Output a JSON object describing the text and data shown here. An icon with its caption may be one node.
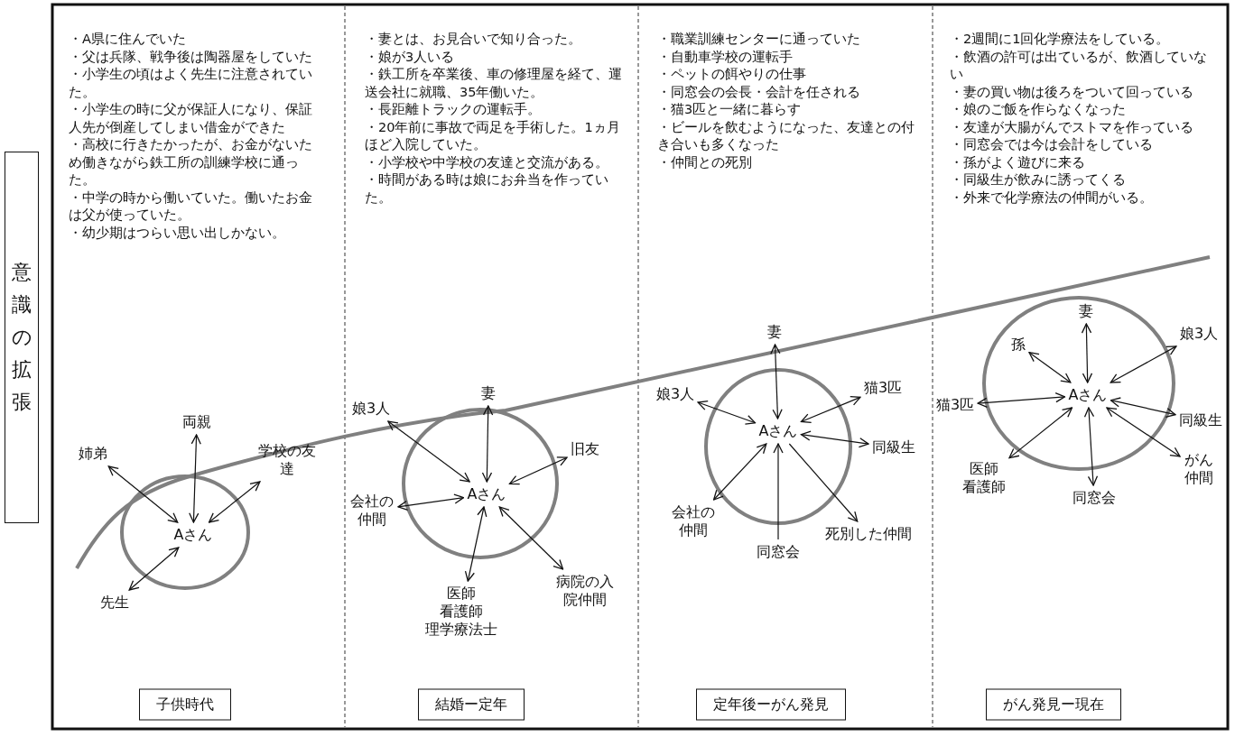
{
  "diagram": {
    "nodes": [
      {
        "text": [
          "意識の拡張"
        ]
      },
      {
        "text": [
          "両親"
        ]
      },
      {
        "text": [
          "姉弟"
        ]
      },
      {
        "text": [
          "学校の友達"
        ]
      },
      {
        "text": [
          "Aさん"
        ]
      },
      {
        "text": [
          "先生"
        ]
      },
      {
        "text": [
          "妻"
        ]
      },
      {
        "text": [
          "娘3人"
        ]
      },
      {
        "text": [
          "旧友"
        ]
      },
      {
        "text": [
          "会社の仲間"
        ]
      },
      {
        "text": [
          "Aさん"
        ]
      },
      {
        "text": [
          "医師",
          "看護師",
          "理学療法士"
        ]
      },
      {
        "text": [
          "病院の入院仲間"
        ]
      },
      {
        "text": [
          "妻"
        ]
      },
      {
        "text": [
          "娘3人"
        ]
      },
      {
        "text": [
          "猫3匹"
        ]
      },
      {
        "text": [
          "Aさん"
        ]
      },
      {
        "text": [
          "同級生"
        ]
      },
      {
        "text": [
          "会社の仲間"
        ]
      },
      {
        "text": [
          "死別した仲間"
        ]
      },
      {
        "text": [
          "同窓会"
        ]
      },
      {
        "text": [
          "妻"
        ]
      },
      {
        "text": [
          "孫"
        ]
      },
      {
        "text": [
          "娘3人"
        ]
      },
      {
        "text": [
          "猫3匹"
        ]
      },
      {
        "text": [
          "Aさん"
        ]
      },
      {
        "text": [
          "同級生"
        ]
      },
      {
        "text": [
          "医師",
          "看護師"
        ]
      },
      {
        "text": [
          "がん仲間"
        ]
      },
      {
        "text": [
          "同窓会"
        ]
      },
      {
        "text": [
          "子供時代"
        ]
      },
      {
        "text": [
          "結婚ー定年"
        ]
      },
      {
        "text": [
          "定年後ーがん発見"
        ]
      },
      {
        "text": [
          "がん発見ー現在"
        ]
      }
    ],
    "edges": [
      {
        "from": 1,
        "to": 4,
        "arrow": "both"
      },
      {
        "from": 2,
        "to": 4,
        "arrow": "both"
      },
      {
        "from": 3,
        "to": 4,
        "arrow": "both"
      },
      {
        "from": 5,
        "to": 4,
        "arrow": "both"
      },
      {
        "from": 6,
        "to": 10,
        "arrow": "both"
      },
      {
        "from": 7,
        "to": 10,
        "arrow": "both"
      },
      {
        "from": 8,
        "to": 10,
        "arrow": "both"
      },
      {
        "from": 9,
        "to": 10,
        "arrow": "both"
      },
      {
        "from": 11,
        "to": 10,
        "arrow": "both"
      },
      {
        "from": 12,
        "to": 10,
        "arrow": "both"
      },
      {
        "from": 13,
        "to": 16,
        "arrow": "both"
      },
      {
        "from": 14,
        "to": 16,
        "arrow": "both"
      },
      {
        "from": 15,
        "to": 16,
        "arrow": "both"
      },
      {
        "from": 17,
        "to": 16,
        "arrow": "both"
      },
      {
        "from": 18,
        "to": 16,
        "arrow": "both"
      },
      {
        "from": 16,
        "to": 19,
        "arrow": "to"
      },
      {
        "from": 20,
        "to": 16,
        "arrow": "to"
      },
      {
        "from": 21,
        "to": 25,
        "arrow": "both"
      },
      {
        "from": 22,
        "to": 25,
        "arrow": "both"
      },
      {
        "from": 23,
        "to": 25,
        "arrow": "both"
      },
      {
        "from": 24,
        "to": 25,
        "arrow": "both"
      },
      {
        "from": 26,
        "to": 25,
        "arrow": "both"
      },
      {
        "from": 27,
        "to": 25,
        "arrow": "both"
      },
      {
        "from": 28,
        "to": 25,
        "arrow": "both"
      },
      {
        "from": 29,
        "to": 25,
        "arrow": "both"
      }
    ],
    "labels": [
      "・A県に住んでいた",
      "・父は兵隊、戦争後は陶器屋をしていた",
      "・小学生の頃はよく先生に注意されていた。",
      "・小学生の時に父が保証人になり、保証人先が倒産してしまい借金ができた",
      "・高校に行きたかったが、お金がないため働きながら鉄工所の訓練学校に通った。",
      "・中学の時から働いていた。働いたお金は父が使っていた。",
      "・幼少期はつらい思い出しかない。",
      "・妻とは、お見合いで知り合った。",
      "・娘が3人いる",
      "・鉄工所を卒業後、車の修理屋を経て、運送会社に就職、35年働いた。",
      "・長距離トラックの運転手。",
      "・20年前に事故で両足を手術した。1ヵ月ほど入院していた。",
      "・小学校や中学校の友達と交流がある。",
      "・時間がある時は娘にお弁当を作っていた。",
      "・職業訓練センターに通っていた",
      "・自動車学校の運転手",
      "・ペットの餌やりの仕事",
      "・同窓会の会長・会計を任される",
      "・猫3匹と一緒に暮らす",
      "・ビールを飲むようになった、友達との付き合いも多くなった",
      "・仲間との死別",
      "・2週間に1回化学療法をしている。",
      "・飲酒の許可は出ているが、飲酒していない",
      "・妻の買い物は後ろをついて回っている",
      "・娘のご飯を作らなくなった",
      "・友達が大腸がんでストマを作っている",
      "・同窓会では今は会計をしている",
      "・孫がよく遊びに来る",
      "・同級生が飲みに誘ってくる",
      "・外来で化学療法の仲間がいる。"
    ]
  }
}
